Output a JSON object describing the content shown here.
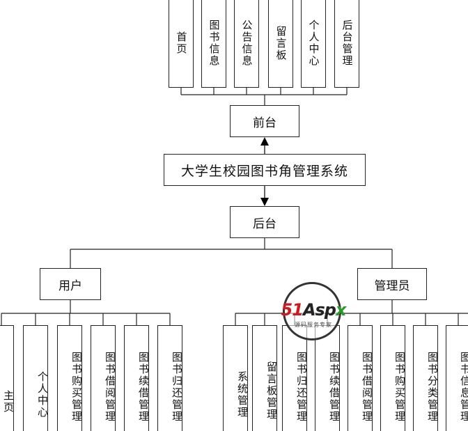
{
  "system_title": "大学生校园图书角管理系统",
  "frontend": {
    "label": "前台",
    "modules": [
      "首页",
      "图书信息",
      "公告信息",
      "留言板",
      "个人中心",
      "后台管理"
    ]
  },
  "backend": {
    "label": "后台",
    "user": {
      "label": "用户",
      "modules": [
        "主页",
        "个人中心",
        "图书购买管理",
        "图书借阅管理",
        "图书续借管理",
        "图书归还管理"
      ]
    },
    "admin": {
      "label": "管理员",
      "modules": [
        "系统管理",
        "留言板管理",
        "图书归还管理",
        "图书续借管理",
        "图书借阅管理",
        "图书购买管理",
        "图书分类管理",
        "图书信息管理"
      ]
    }
  },
  "watermark": {
    "logo_part1": "51",
    "logo_part2": "Asp",
    "logo_part3": "x",
    "tagline": "源码服务专家"
  }
}
